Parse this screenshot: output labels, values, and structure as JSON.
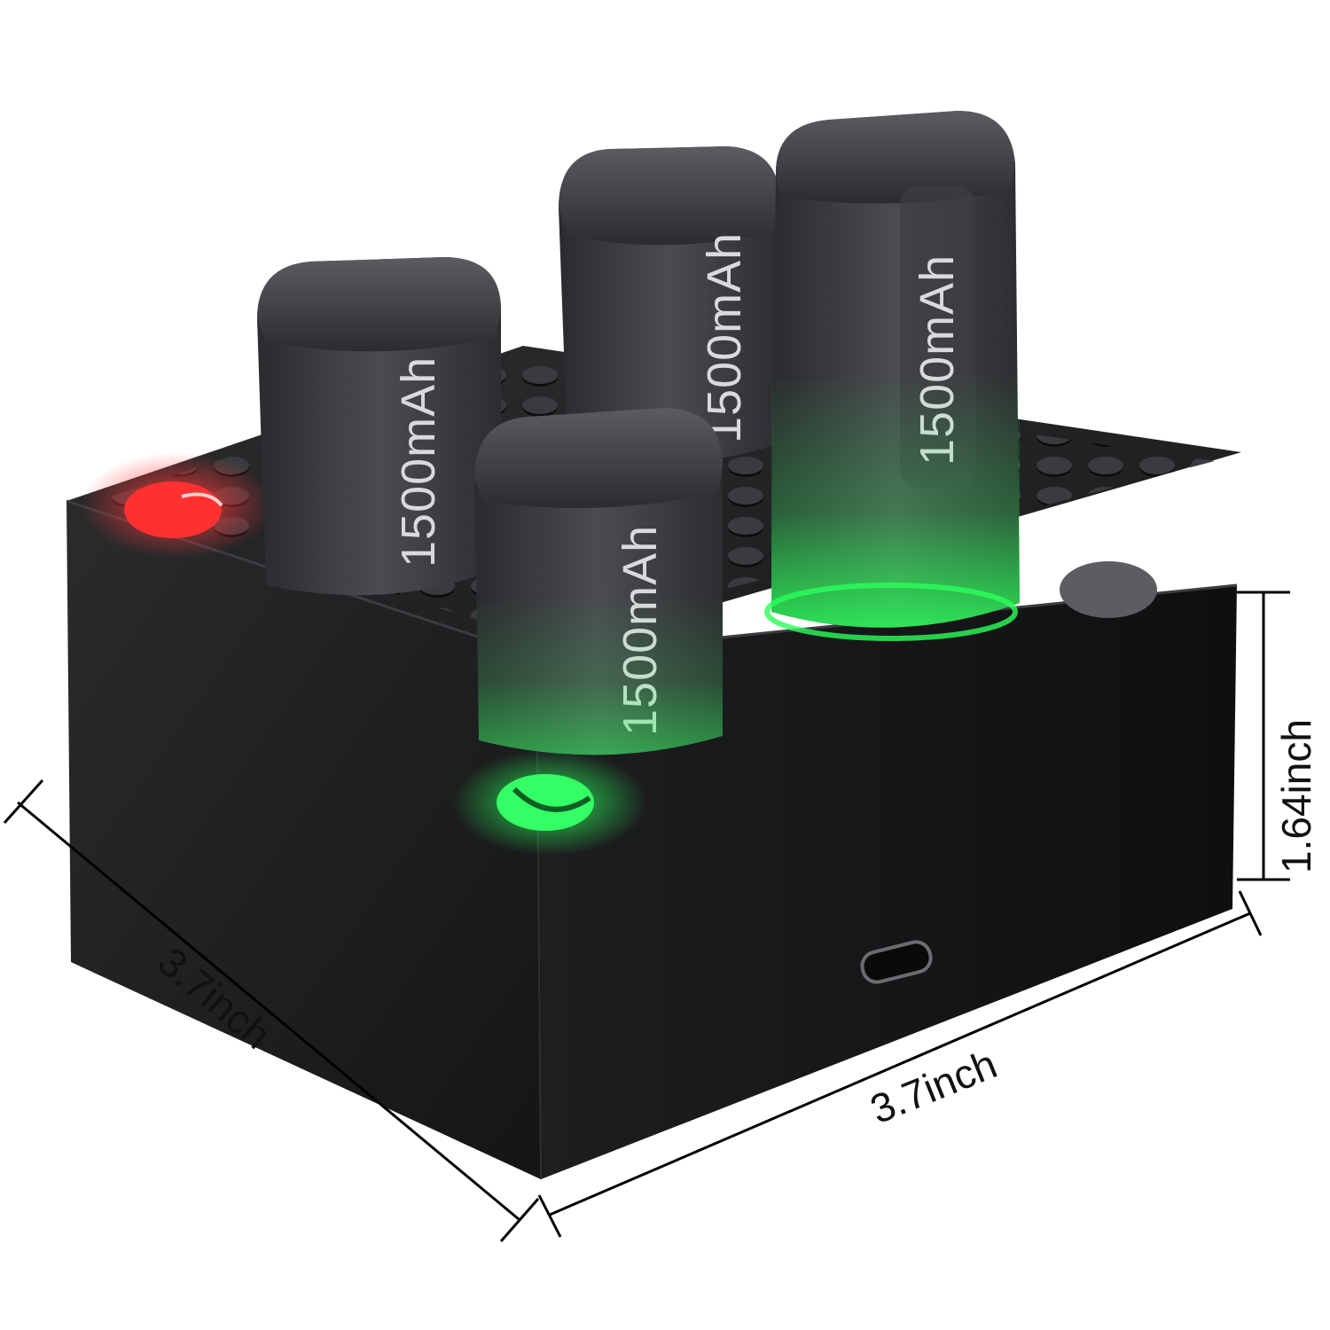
{
  "product": {
    "battery_capacity_label": "1500mAh",
    "led_colors": {
      "red": "#ff2b2b",
      "green": "#2bff5a"
    }
  },
  "dimensions": {
    "depth_label": "3.7inch",
    "width_label": "3.7inch",
    "height_label": "1.64inch"
  }
}
